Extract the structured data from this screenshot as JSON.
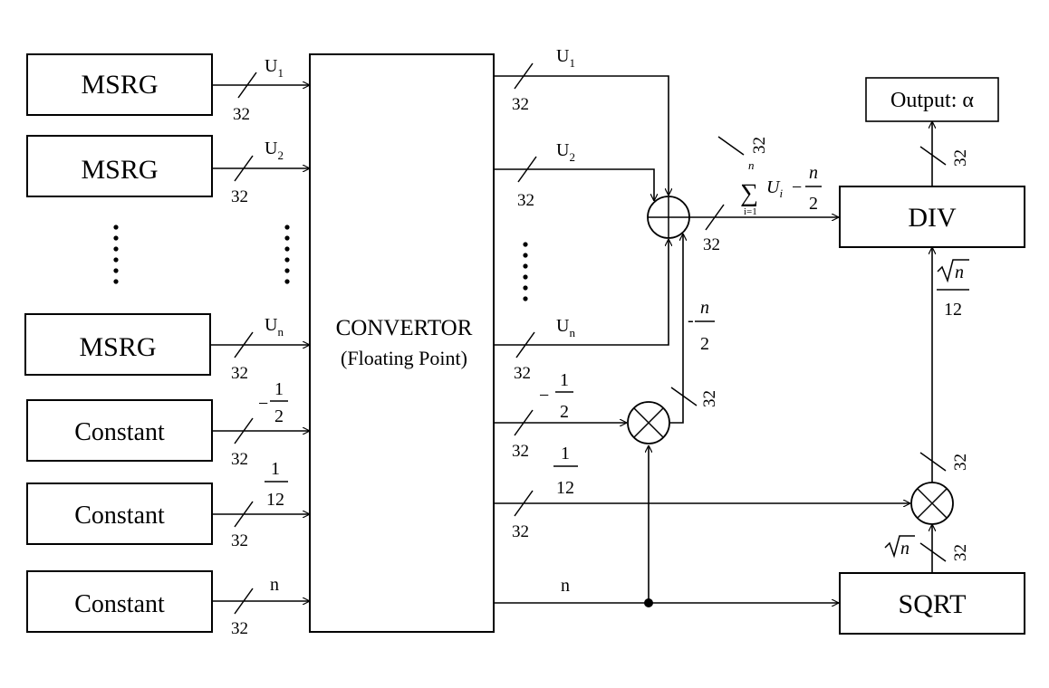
{
  "blocks": {
    "msrg_label": "MSRG",
    "constant_label": "Constant",
    "convertor_label": "CONVERTOR",
    "convertor_sub": "(Floating Point)",
    "div_label": "DIV",
    "sqrt_label": "SQRT",
    "output_label": "Output: α"
  },
  "signals": {
    "u_base": "U",
    "u1_sub": "1",
    "u2_sub": "2",
    "un_sub": "n",
    "n": "n",
    "minus": "−",
    "neg_n_minus": "-",
    "one": "1",
    "two": "2",
    "twelve": "12",
    "sum_sigma": "∑",
    "sum_upper": "n",
    "sum_lower": "i=1",
    "sum_term": "U",
    "sum_term_sub": "i",
    "sqrt_sign": "√",
    "sqrt_arg": "n"
  },
  "bus_width": "32"
}
